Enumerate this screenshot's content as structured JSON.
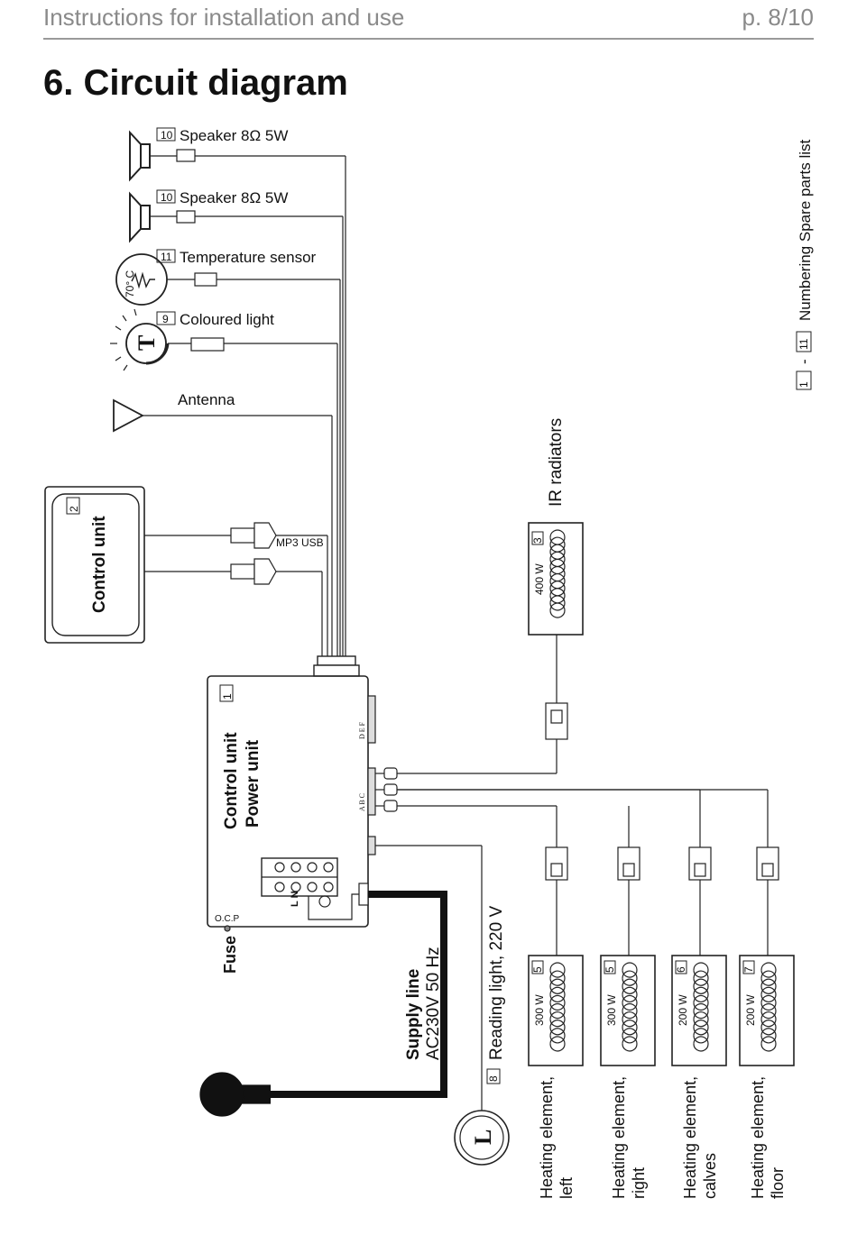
{
  "header": {
    "left": "Instructions for installation and use",
    "right": "p. 8/10"
  },
  "section_title": "6. Circuit diagram",
  "legend": {
    "range_from": "1",
    "range_sep": "-",
    "range_to": "11",
    "text": "Numbering  Spare parts list"
  },
  "components": {
    "speaker1": {
      "num": "10",
      "label": "Speaker 8Ω 5W"
    },
    "speaker2": {
      "num": "10",
      "label": "Speaker 8Ω 5W"
    },
    "temp_sensor": {
      "num": "11",
      "label": "Temperature sensor",
      "marking": "70° C"
    },
    "coloured_light": {
      "num": "9",
      "label": "Coloured light"
    },
    "antenna": {
      "label": "Antenna"
    },
    "control_unit_panel": {
      "num": "2",
      "label": "Control unit"
    },
    "mp3_usb": "MP3 USB",
    "power_unit": {
      "num": "1",
      "line1": "Control unit",
      "line2": "Power unit"
    },
    "terminals_upper": "D  E  F",
    "terminals_lower": "A  B  C",
    "l_n": "L  N",
    "ocp": "O.C.P",
    "fuse": "Fuse",
    "supply": {
      "line1": "Supply line",
      "line2": "AC230V 50 Hz"
    },
    "reading_light": {
      "num": "8",
      "label": "Reading light, 220 V"
    },
    "reading_symbol": "L",
    "light_symbol": "T",
    "ir_radiators": {
      "label": "IR radiators",
      "num": "3",
      "power": "400 W"
    },
    "heaters": [
      {
        "num": "5",
        "power": "300 W",
        "line1": "Heating element,",
        "line2": "left"
      },
      {
        "num": "5",
        "power": "300 W",
        "line1": "Heating element,",
        "line2": "right"
      },
      {
        "num": "6",
        "power": "200 W",
        "line1": "Heating element,",
        "line2": "calves"
      },
      {
        "num": "7",
        "power": "200 W",
        "line1": "Heating element,",
        "line2": "floor"
      }
    ]
  }
}
